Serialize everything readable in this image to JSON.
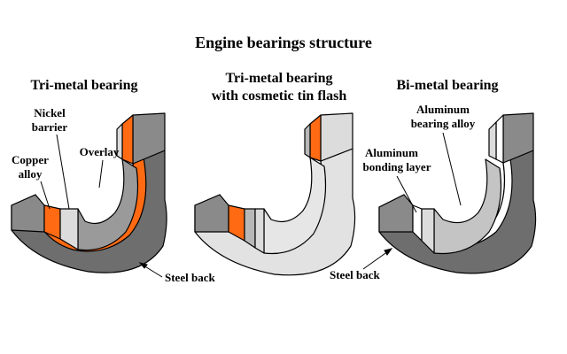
{
  "title": "Engine bearings structure",
  "panels": [
    {
      "heading": [
        "Tri-metal bearing"
      ],
      "labels": {
        "nickel": [
          "Nickel",
          "barrier"
        ],
        "copper": [
          "Copper",
          "alloy"
        ],
        "overlay": [
          "Overlay"
        ],
        "steel": [
          "Steel back"
        ]
      }
    },
    {
      "heading": [
        "Tri-metal bearing",
        "with cosmetic tin flash"
      ]
    },
    {
      "heading": [
        "Bi-metal bearing"
      ],
      "labels": {
        "alloy": [
          "Aluminum",
          "bearing alloy"
        ],
        "bonding": [
          "Aluminum",
          "bonding layer"
        ],
        "steel": [
          "Steel back"
        ]
      }
    }
  ],
  "colors": {
    "steel_dark": "#6e6e6e",
    "steel_mid": "#8a8a8a",
    "copper": "#ff6a13",
    "overlay": "#9a9a9a",
    "nickel": "#dcdcdc",
    "tin_flash": "#e2e2e2",
    "aluminum_alloy": "#c4c4c4",
    "outline": "#000000"
  }
}
